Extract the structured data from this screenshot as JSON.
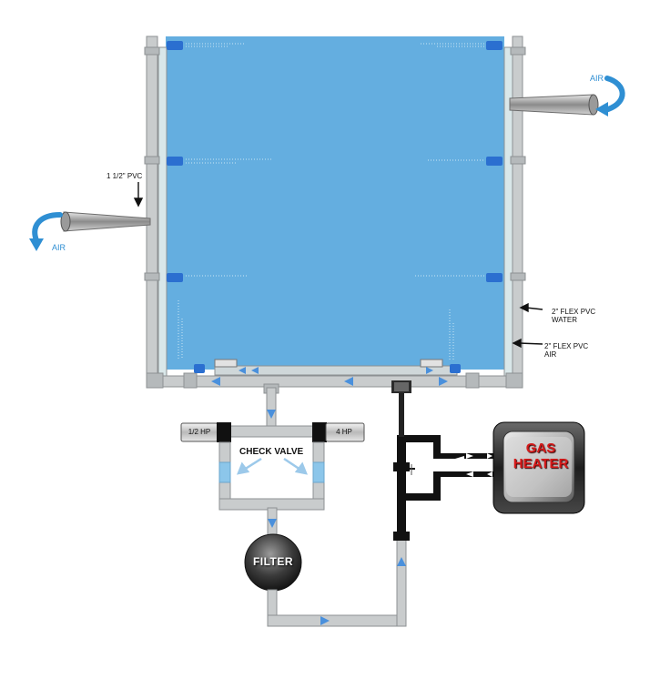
{
  "labels": {
    "pvc_main": "1 1/2\" PVC",
    "air_right": "AIR",
    "air_left": "AIR",
    "flex_water_line1": "2\" FLEX PVC",
    "flex_water_line2": "WATER",
    "flex_air_line1": "2\" FLEX PVC",
    "flex_air_line2": "AIR",
    "pump_left": "1/2 HP",
    "pump_right": "4 HP",
    "check_valve": "CHECK VALVE",
    "filter": "FILTER",
    "heater_line1": "GAS",
    "heater_line2": "HEATER"
  },
  "colors": {
    "water": "#64aee0",
    "pipe": "#c9cccd",
    "pipe_edge": "#8d9193",
    "flow_arrow": "#4a90dc",
    "heater_text": "#d61a1a"
  }
}
